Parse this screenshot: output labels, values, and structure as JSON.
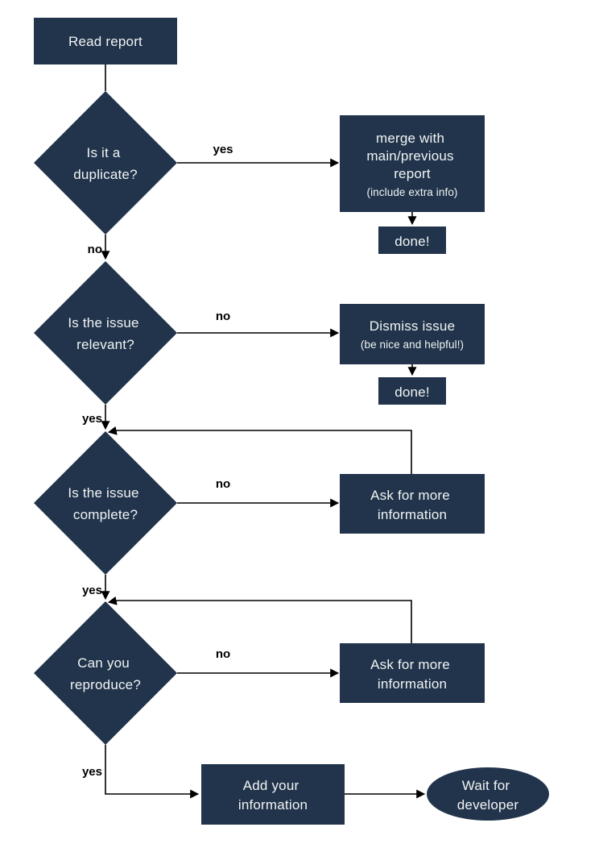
{
  "colors": {
    "background": "#ffffff",
    "node_fill": "#21344b",
    "node_text": "#f2f4f5",
    "edge_color": "#000000"
  },
  "nodes": {
    "read_report": {
      "label": "Read report"
    },
    "is_duplicate": {
      "lines": [
        "Is it a",
        "duplicate?"
      ]
    },
    "merge_report": {
      "lines": [
        "merge with",
        "main/previous",
        "report"
      ],
      "note": "(include extra info)"
    },
    "done_after_merge": {
      "label": "done!"
    },
    "is_relevant": {
      "lines": [
        "Is the issue",
        "relevant?"
      ]
    },
    "dismiss_issue": {
      "lines": [
        "Dismiss issue"
      ],
      "note": "(be nice and helpful!)"
    },
    "done_after_dismiss": {
      "label": "done!"
    },
    "is_complete": {
      "lines": [
        "Is the issue",
        "complete?"
      ]
    },
    "ask_more_info_1": {
      "lines": [
        "Ask for more",
        "information"
      ]
    },
    "can_reproduce": {
      "lines": [
        "Can you",
        "reproduce?"
      ]
    },
    "ask_more_info_2": {
      "lines": [
        "Ask for more",
        "information"
      ]
    },
    "add_information": {
      "lines": [
        "Add your",
        "information"
      ]
    },
    "wait_for_developer": {
      "lines": [
        "Wait for",
        "developer"
      ]
    }
  },
  "edge_labels": {
    "duplicate_yes": "yes",
    "duplicate_no": "no",
    "relevant_no": "no",
    "relevant_yes": "yes",
    "complete_no": "no",
    "complete_yes": "yes",
    "reproduce_no": "no",
    "reproduce_yes": "yes"
  }
}
